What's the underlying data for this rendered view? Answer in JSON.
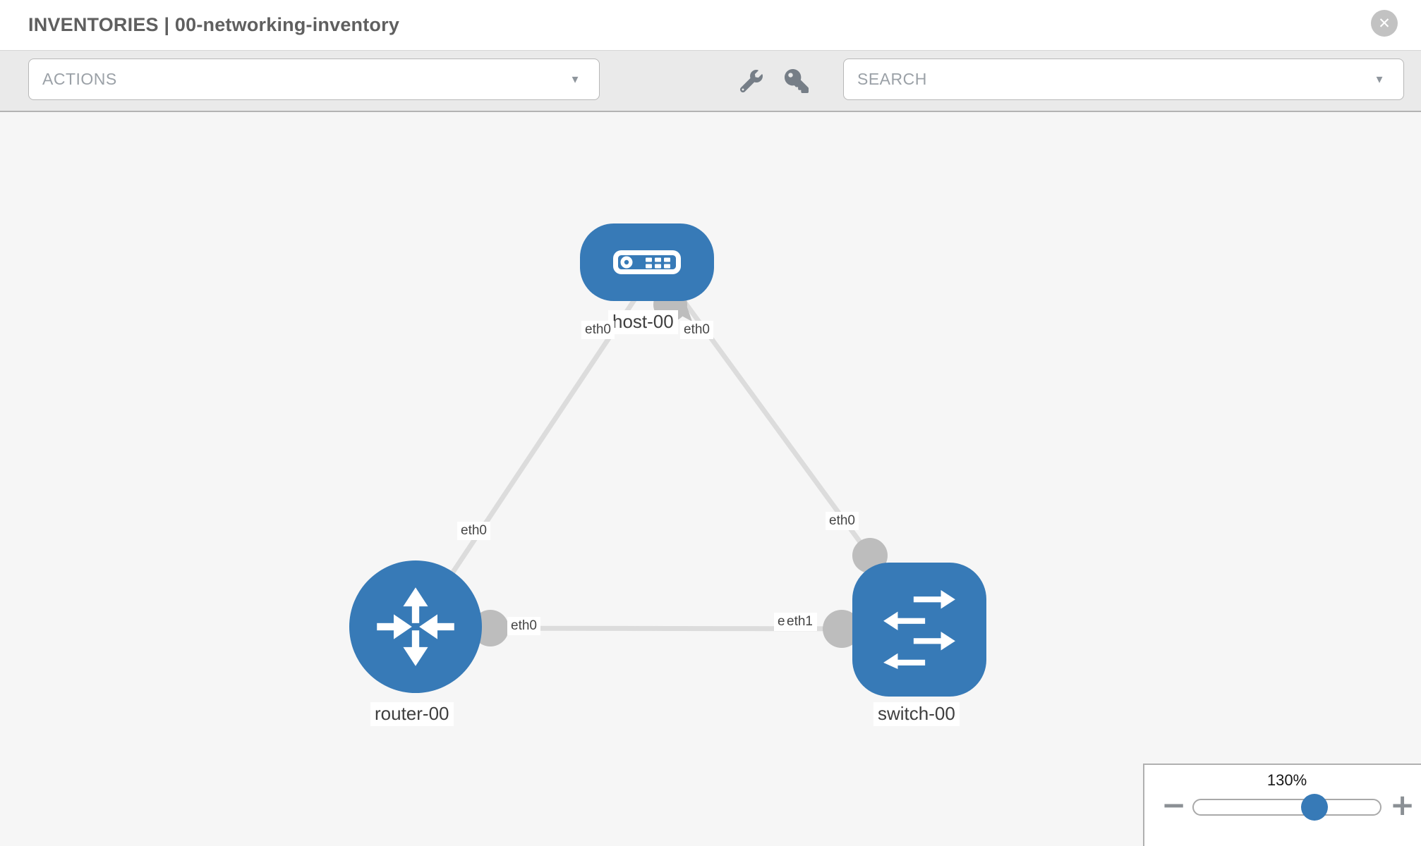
{
  "header": {
    "title": "INVENTORIES | 00-networking-inventory",
    "close_glyph": "✕"
  },
  "toolbar": {
    "actions_label": "ACTIONS",
    "search_label": "SEARCH",
    "caret_glyph": "▼",
    "icon_buttons": [
      "wrench-icon",
      "key-icon"
    ]
  },
  "topology": {
    "nodes": [
      {
        "id": "host-00",
        "type": "host",
        "label": "host-00"
      },
      {
        "id": "router-00",
        "type": "router",
        "label": "router-00"
      },
      {
        "id": "switch-00",
        "type": "switch",
        "label": "switch-00"
      }
    ],
    "links": [
      {
        "source": "host-00",
        "source_interface": "eth0",
        "target": "router-00",
        "target_interface": "eth0"
      },
      {
        "source": "host-00",
        "source_interface": "eth0",
        "target": "switch-00",
        "target_interface": "eth0"
      },
      {
        "source": "router-00",
        "source_interface": "eth0",
        "target": "switch-00",
        "target_interface": "eth1"
      }
    ],
    "interface_labels": [
      {
        "text": "eth0",
        "link": "host-00 ↔ router-00",
        "end": "host-00"
      },
      {
        "text": "eth0",
        "link": "host-00 ↔ switch-00",
        "end": "host-00"
      },
      {
        "text": "eth0",
        "link": "host-00 ↔ router-00",
        "end": "router-00"
      },
      {
        "text": "eth0",
        "link": "host-00 ↔ switch-00",
        "end": "switch-00"
      },
      {
        "text": "eth0",
        "link": "router-00 ↔ switch-00",
        "end": "router-00"
      },
      {
        "text": "eth0",
        "link": "router-00 ↔ switch-00",
        "end": "switch-00 (partially covered)"
      },
      {
        "text": "eth1",
        "link": "router-00 ↔ switch-00",
        "end": "switch-00"
      }
    ]
  },
  "zoom_control": {
    "value": "130%",
    "zoom_out_glyph": "−",
    "zoom_in_glyph": "+"
  },
  "colors": {
    "node_blue": "#377ab7",
    "link_gray": "#dcdcdc",
    "connector_gray": "#bdbdbd",
    "slider_thumb_blue": "#377ab7",
    "toolbar_gray": "#eaeaea",
    "canvas_gray": "#f6f6f6"
  }
}
